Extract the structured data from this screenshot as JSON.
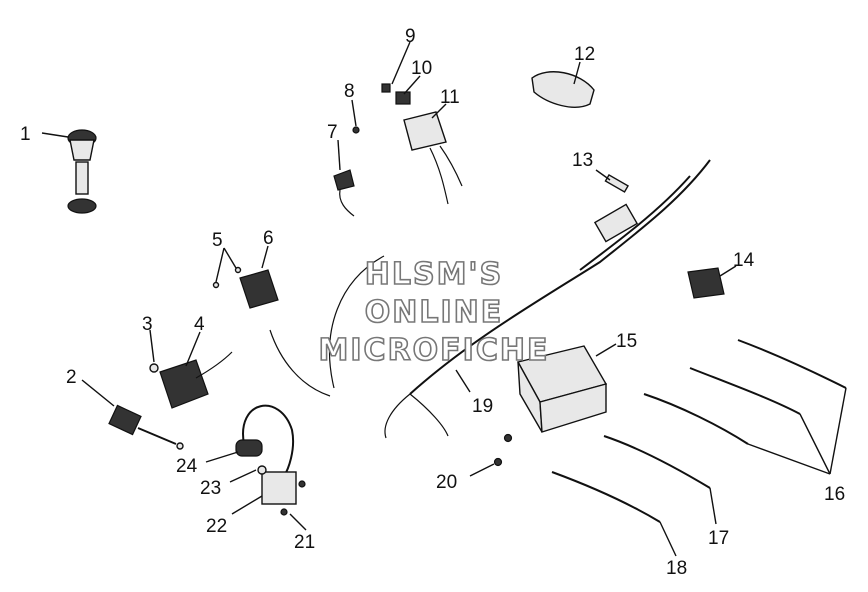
{
  "watermark": {
    "line1": "HLSM'S",
    "line2": "ONLINE",
    "line3": "MICROFICHE"
  },
  "callouts": {
    "c1": "1",
    "c2": "2",
    "c3": "3",
    "c4": "4",
    "c5": "5",
    "c6": "6",
    "c7": "7",
    "c8": "8",
    "c9": "9",
    "c10": "10",
    "c11": "11",
    "c12": "12",
    "c13": "13",
    "c14": "14",
    "c15": "15",
    "c16": "16",
    "c17": "17",
    "c18": "18",
    "c19": "19",
    "c20": "20",
    "c21": "21",
    "c22": "22",
    "c23": "23",
    "c24": "24"
  }
}
